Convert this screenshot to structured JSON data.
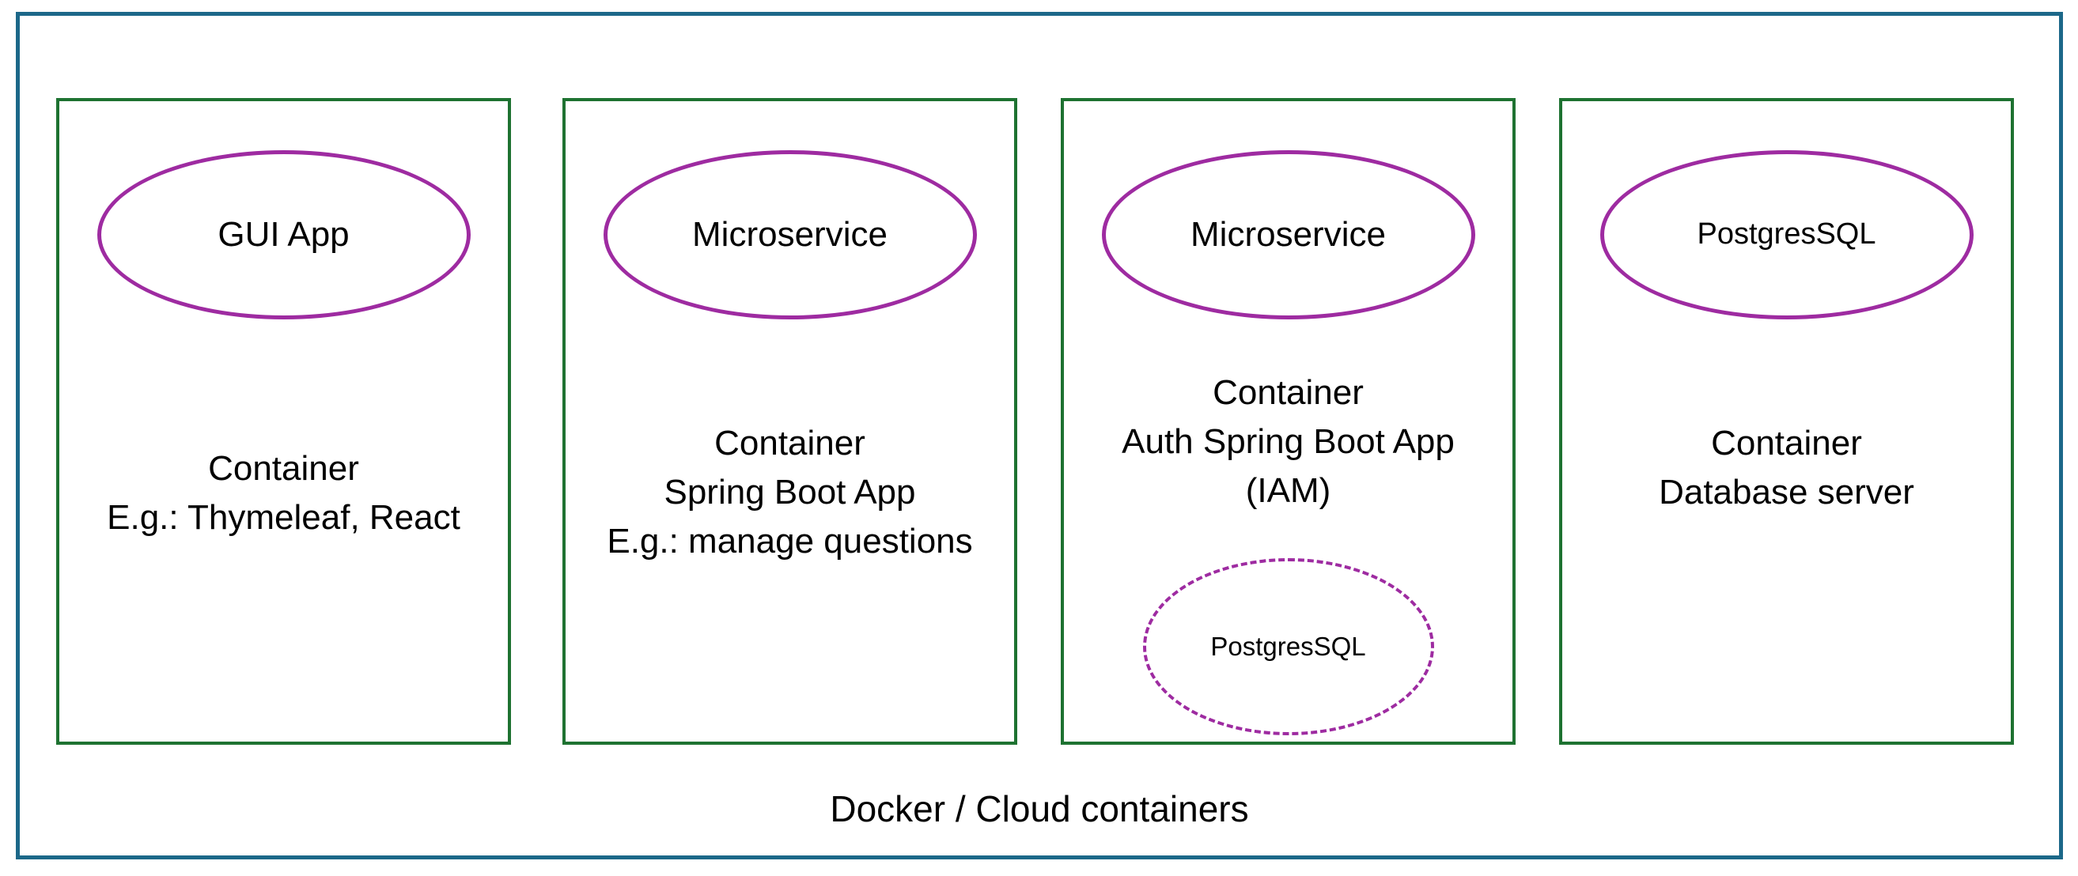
{
  "colors": {
    "frame": "#1C6889",
    "box_border": "#1E7231",
    "ellipse": "#9E2BA1",
    "text": "#000000"
  },
  "footer_label": "Docker / Cloud containers",
  "containers": [
    {
      "ellipse_label": "GUI App",
      "lines": [
        "Container",
        "E.g.: Thymeleaf, React"
      ]
    },
    {
      "ellipse_label": "Microservice",
      "lines": [
        "Container",
        "Spring Boot App",
        "E.g.: manage questions"
      ]
    },
    {
      "ellipse_label": "Microservice",
      "lines": [
        "Container",
        "Auth Spring Boot App",
        "(IAM)"
      ],
      "embedded_db_label": "PostgresSQL"
    },
    {
      "ellipse_label": "PostgresSQL",
      "lines": [
        "Container",
        "Database server"
      ]
    }
  ]
}
